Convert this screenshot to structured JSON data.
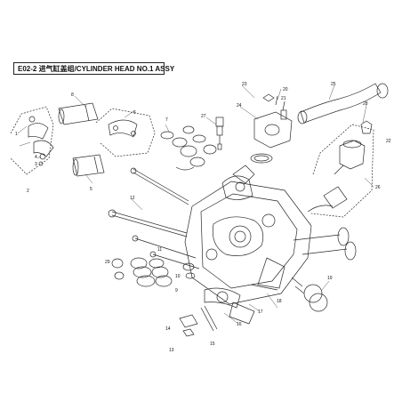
{
  "title": "E02-2 进气缸盖组/CYLINDER HEAD NO.1 ASSY",
  "colors": {
    "line": "#2a2a2a",
    "background": "#ffffff"
  },
  "callouts": {
    "c1": "1",
    "c2": "2",
    "c3": "3",
    "c4": "4",
    "c5": "5",
    "c6": "6",
    "c7": "7",
    "c8": "8",
    "c9": "9",
    "c10": "10",
    "c11": "11",
    "c12": "12",
    "c13": "13",
    "c14": "14",
    "c15": "15",
    "c16": "16",
    "c17": "17",
    "c18": "18",
    "c19": "19",
    "c20": "20",
    "c21": "21",
    "c22": "22",
    "c23": "23",
    "c24": "24",
    "c25": "25",
    "c26": "26",
    "c27": "27",
    "c28": "28",
    "c29": "29"
  }
}
